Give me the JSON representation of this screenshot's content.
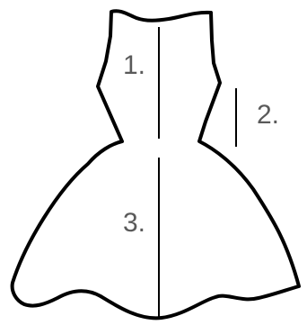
{
  "diagram": {
    "labels": {
      "one": "1.",
      "two": "2.",
      "three": "3."
    },
    "colors": {
      "outline": "#000000",
      "text": "#5a5a5a",
      "background": "#ffffff"
    }
  }
}
